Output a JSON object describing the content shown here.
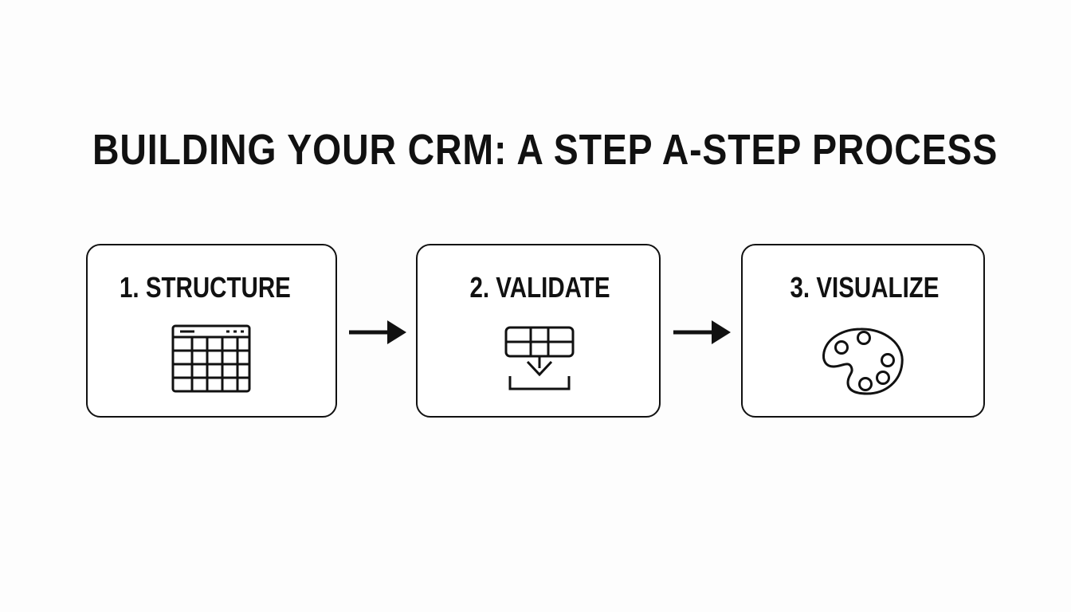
{
  "title": "BUILDING YOUR CRM: A STEP A-STEP PROCESS",
  "steps": [
    {
      "label": "1. STRUCTURE",
      "icon": "spreadsheet-grid-icon"
    },
    {
      "label": "2. VALIDATE",
      "icon": "data-validate-import-icon"
    },
    {
      "label": "3. VISUALIZE",
      "icon": "paint-palette-icon"
    }
  ],
  "colors": {
    "background": "#fdfdfd",
    "ink": "#111111",
    "box_fill": "#ffffff"
  },
  "connectors": [
    "right-arrow-icon",
    "right-arrow-icon"
  ]
}
